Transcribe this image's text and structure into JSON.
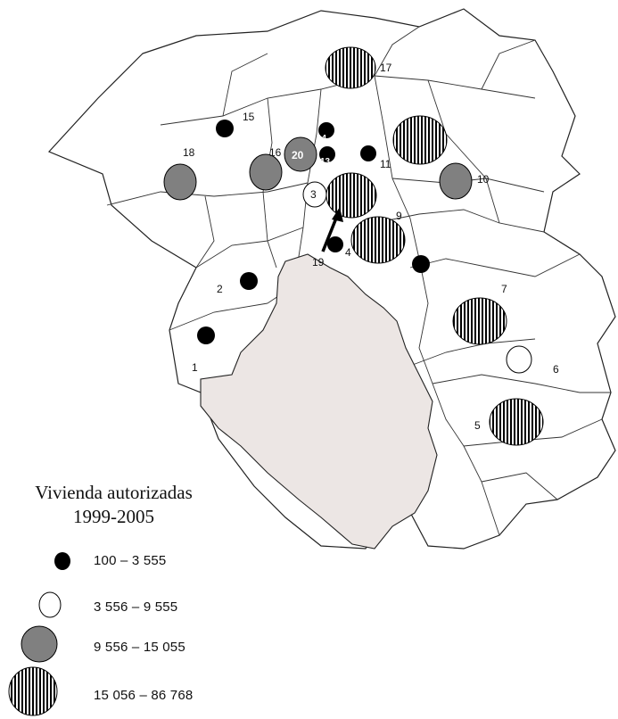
{
  "legend": {
    "title_line1": "Vivienda autorizadas",
    "title_line2": "1999-2005",
    "classes": [
      {
        "label": "100 – 3 555",
        "style": "black"
      },
      {
        "label": "3 556 – 9 555",
        "style": "white"
      },
      {
        "label": "9 556 – 15 055",
        "style": "gray"
      },
      {
        "label": "15  056 – 86 768",
        "style": "striped"
      }
    ]
  },
  "colors": {
    "black": "#000000",
    "white": "#ffffff",
    "gray": "#808080",
    "highlight_region": "#ece6e4",
    "boundary": "#222222"
  },
  "municipalities": [
    {
      "label": "1",
      "class": "black"
    },
    {
      "label": "2",
      "class": "black"
    },
    {
      "label": "3",
      "class": "white"
    },
    {
      "label": "4",
      "class": "black"
    },
    {
      "label": "5",
      "class": "striped"
    },
    {
      "label": "6",
      "class": "white"
    },
    {
      "label": "7",
      "class": "striped"
    },
    {
      "label": "9",
      "class": "striped"
    },
    {
      "label": "10",
      "class": "gray"
    },
    {
      "label": "11",
      "class": "black"
    },
    {
      "label": "13",
      "class": "black"
    },
    {
      "label": "14",
      "class": "black"
    },
    {
      "label": "15",
      "class": "striped"
    },
    {
      "label": "16",
      "class": "gray"
    },
    {
      "label": "17",
      "class": "black"
    },
    {
      "label": "18",
      "class": "gray"
    },
    {
      "label": "19",
      "class": "striped"
    },
    {
      "label": "20",
      "class": "gray"
    }
  ]
}
